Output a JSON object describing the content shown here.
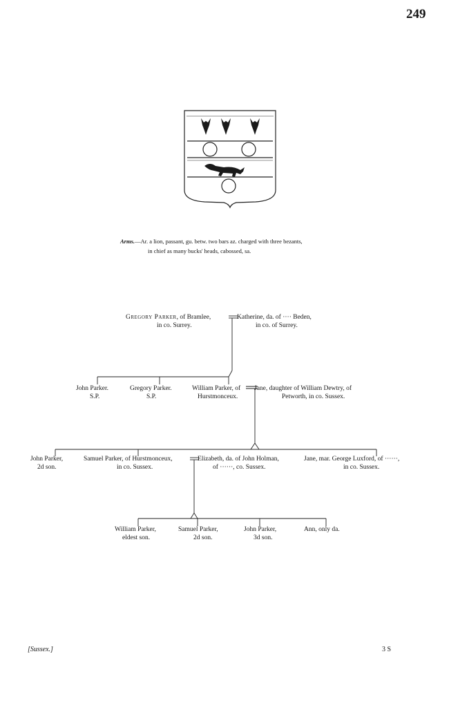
{
  "page_number": "249",
  "arms": {
    "label": "Arms.",
    "line1": "—Ar. a lion, passant, gu. betw. two bars az. charged with three bezants,",
    "line2": "in chief as many bucks' heads, cabossed, sa."
  },
  "gen1": {
    "gregory": {
      "name": "Gregory Parker",
      "rest": ", of Bramlee,",
      "line2": "in co. Surrey."
    },
    "katherine": {
      "line1": "Katherine, da. of ···· Beden,",
      "line2": "in co. of Surrey."
    }
  },
  "gen2": {
    "john": {
      "line1": "John Parker.",
      "line2": "S.P."
    },
    "gregory": {
      "line1": "Gregory Parker.",
      "line2": "S.P."
    },
    "william": {
      "line1": "William Parker, of",
      "line2": "Hurstmonceux."
    },
    "jane": {
      "line1": "Jane, daughter of William Dewtry, of",
      "line2": "Petworth, in co. Sussex."
    }
  },
  "gen3": {
    "john": {
      "line1": "John Parker,",
      "line2": "2d son."
    },
    "samuel": {
      "line1": "Samuel Parker, of Hurstmonceux,",
      "line2": "in co. Sussex."
    },
    "elizabeth": {
      "line1": "Elizabeth, da. of John Holman,",
      "line2": "of ······, co. Sussex."
    },
    "jane": {
      "line1": "Jane, mar. George Luxford, of ······,",
      "line2": "in co. Sussex."
    }
  },
  "gen4": {
    "william": {
      "line1": "William Parker,",
      "line2": "eldest son."
    },
    "samuel": {
      "line1": "Samuel Parker,",
      "line2": "2d son."
    },
    "john": {
      "line1": "John Parker,",
      "line2": "3d son."
    },
    "ann": {
      "line1": "Ann, only da."
    }
  },
  "footer": {
    "left": "[Sussex.]",
    "right": "3 S"
  }
}
